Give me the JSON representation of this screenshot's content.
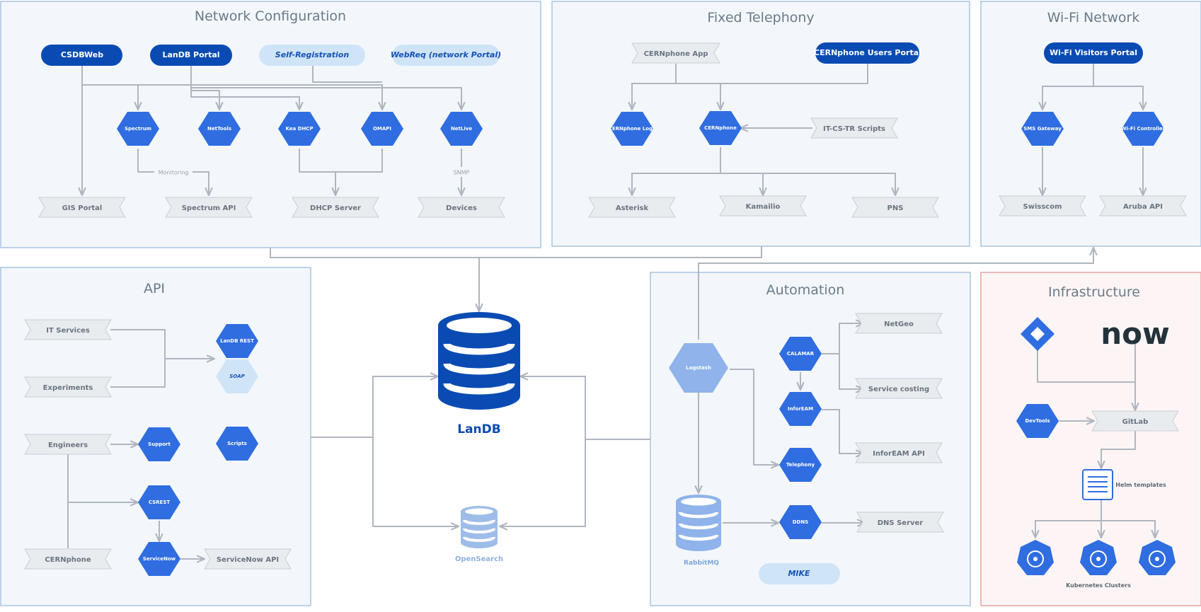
{
  "panels": {
    "network": "Network Configuration",
    "telephony": "Fixed Telephony",
    "wifi": "Wi-Fi Network",
    "api": "API",
    "automation": "Automation",
    "infra": "Infrastructure"
  },
  "network": {
    "csdbweb": "CSDBWeb",
    "landb_portal": "LanDB Portal",
    "self_registration": "Self-Registration",
    "webreq": "WebReq (network Portal)",
    "spectrum": "Spectrum",
    "nettools": "NetTools",
    "kea_dhcp": "Kea DHCP",
    "omapi": "OMAPI",
    "netlive": "NetLive",
    "monitoring": "Monitoring",
    "snmp": "SNMP",
    "gis_portal": "GIS Portal",
    "spectrum_api": "Spectrum API",
    "dhcp_server": "DHCP Server",
    "devices": "Devices"
  },
  "telephony": {
    "cernphone_app": "CERNphone App",
    "users_portal": "CERNphone Users Portal",
    "cernphone_logs": "CERNphone Logs",
    "cernphone": "CERNphone",
    "itcs_scripts": "IT-CS-TR Scripts",
    "asterisk": "Asterisk",
    "kamailio": "Kamailio",
    "pns": "PNS"
  },
  "wifi": {
    "visitors_portal": "Wi-Fi Visitors Portal",
    "sms_gateway": "SMS Gateway",
    "wifi_controller": "Wi-Fi Controller",
    "swisscom": "Swisscom",
    "aruba_api": "Aruba API"
  },
  "api": {
    "it_services": "IT Services",
    "experiments": "Experiments",
    "landb_rest": "LanDB REST",
    "soap": "SOAP",
    "engineers": "Engineers",
    "support": "Support",
    "scripts": "Scripts",
    "csrest": "CSREST",
    "cernphone": "CERNphone",
    "servicenow": "ServiceNow",
    "servicenow_api": "ServiceNow API"
  },
  "center": {
    "landb": "LanDB",
    "opensearch": "OpenSearch"
  },
  "automation": {
    "logstash": "Logstash",
    "calamar": "CALAMAR",
    "netgeo": "NetGeo",
    "service_costing": "Service costing",
    "infoream": "InforEAM",
    "infoream_api": "InforEAM API",
    "telephony": "Telephony",
    "rabbitmq": "RabbitMQ",
    "ddns": "DDNS",
    "dns_server": "DNS Server",
    "mike": "MIKE"
  },
  "infra": {
    "now_logo": "now",
    "devtools": "DevTools",
    "gitlab": "GitLab",
    "helm": "Helm templates",
    "k8s": "Kubernetes Clusters"
  },
  "colors": {
    "dark_blue": "#0a4bb3",
    "hex_blue": "#2f6de1",
    "pale_blue": "#cfe4f7",
    "panel_fill": "#f3f7fc",
    "panel_border": "#a9c4e4",
    "infra_fill": "#fdf5f5",
    "infra_border": "#e8a4a4",
    "ribbon_fill": "#e9ecef",
    "connector": "#b0b6bf"
  }
}
